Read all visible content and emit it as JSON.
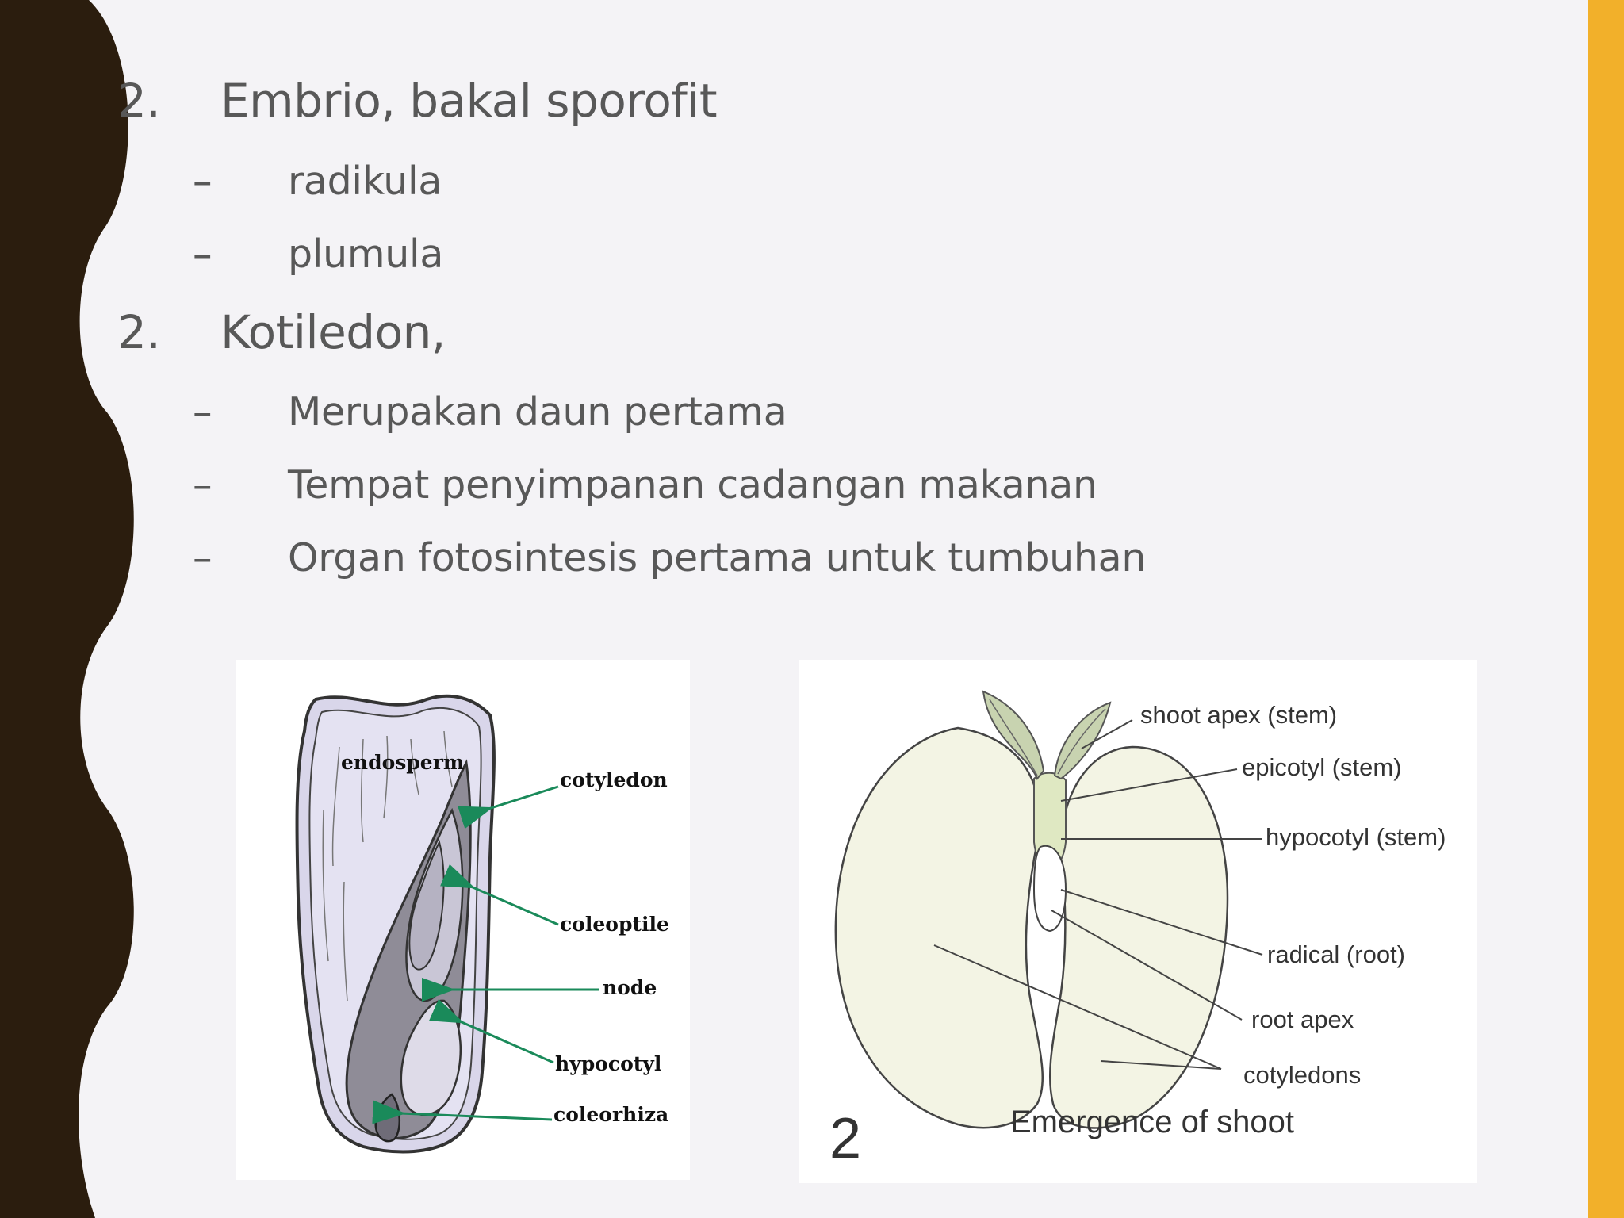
{
  "colors": {
    "background": "#f4f3f6",
    "left_band": "#2b1d0e",
    "right_bar": "#f2b02a",
    "text": "#585858",
    "arrow_green": "#1a8a5a"
  },
  "content": {
    "sections": [
      {
        "number": "2.",
        "title": "Embrio, bakal sporofit",
        "bullets": [
          {
            "marker": "–",
            "text": "radikula"
          },
          {
            "marker": "–",
            "text": "plumula"
          }
        ]
      },
      {
        "number": "2.",
        "title": "Kotiledon,",
        "bullets": [
          {
            "marker": "–",
            "text": "Merupakan daun pertama"
          },
          {
            "marker": "–",
            "text": "Tempat penyimpanan cadangan makanan"
          },
          {
            "marker": "–",
            "text": "Organ fotosintesis pertama untuk tumbuhan"
          }
        ]
      }
    ]
  },
  "figures": {
    "monocot_seed": {
      "labels": {
        "endosperm": "endosperm",
        "cotyledon": "cotyledon",
        "coleoptile": "coleoptile",
        "node": "node",
        "hypocotyl": "hypocotyl",
        "coleorhiza": "coleorhiza"
      }
    },
    "dicot_seed": {
      "number": "2",
      "caption": "Emergence of shoot",
      "labels": {
        "shoot_apex": "shoot apex (stem)",
        "epicotyl": "epicotyl (stem)",
        "hypocotyl": "hypocotyl (stem)",
        "radical": "radical (root)",
        "root_apex": "root apex",
        "cotyledons": "cotyledons"
      }
    }
  }
}
